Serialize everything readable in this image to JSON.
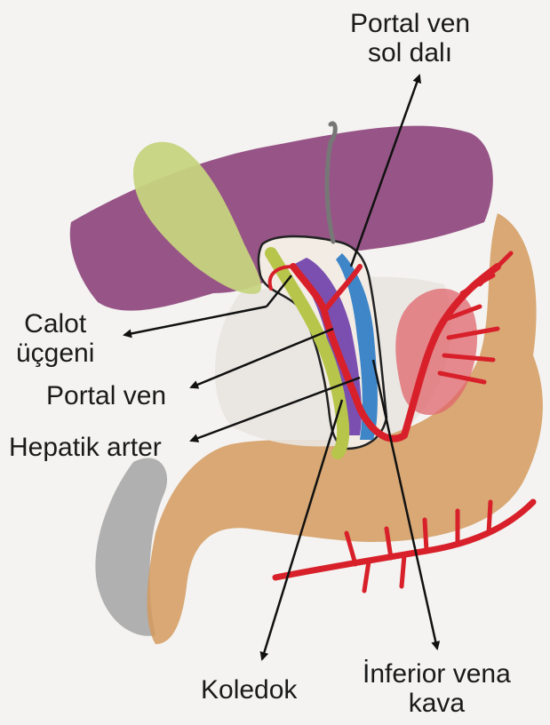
{
  "labels": {
    "left_portal_branch": {
      "line1": "Portal ven",
      "line2": "sol dalı"
    },
    "calot_triangle": {
      "line1": "Calot",
      "line2": "üçgeni"
    },
    "portal_vein": {
      "text": "Portal ven"
    },
    "hepatic_artery": {
      "text": "Hepatik arter"
    },
    "common_bile_duct": {
      "text": "Koledok"
    },
    "inferior_vena_cava": {
      "line1": "İnferior vena",
      "line2": "kava"
    }
  },
  "colors": {
    "liver": "#8a3f78",
    "gallbladder": "#c6d47e",
    "portal_vein": "#7b4fb0",
    "vena_cava": "#3e86c8",
    "artery": "#d8202a",
    "duodenum": "#d39a5e",
    "kidney": "#8c8c8c",
    "stomach": "#e0666c",
    "bile_duct": "#b7c64a"
  }
}
